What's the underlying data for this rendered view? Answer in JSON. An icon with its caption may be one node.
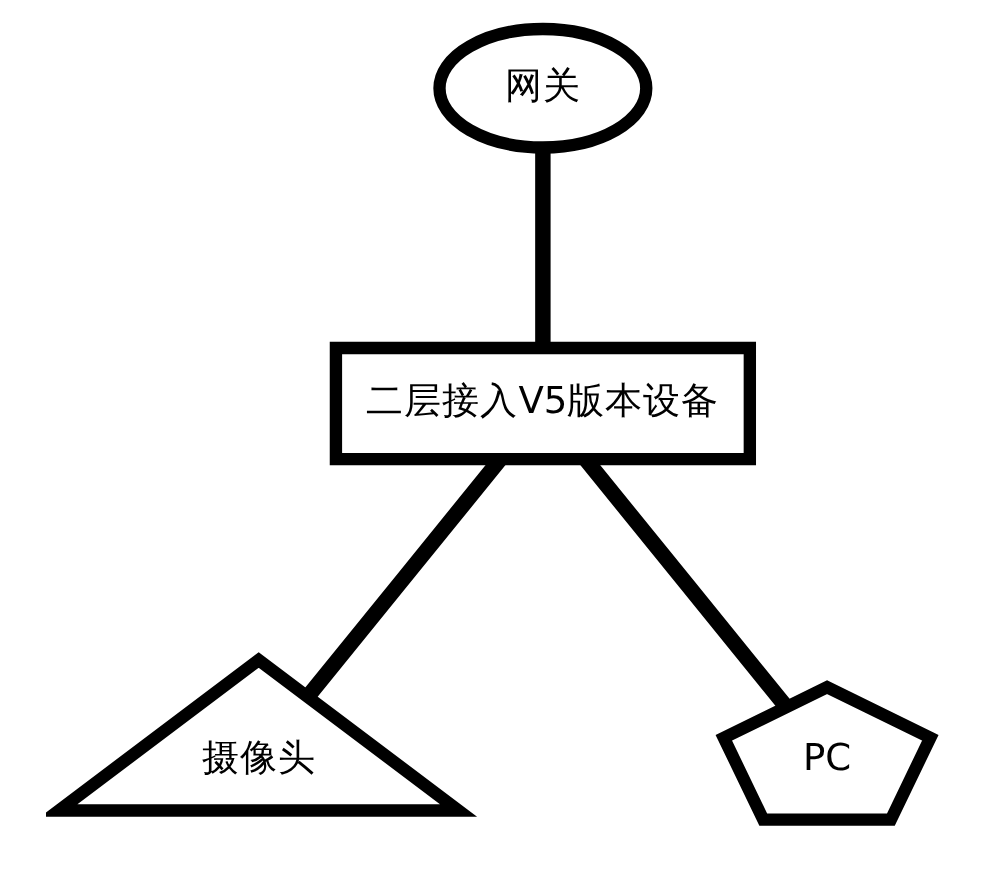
{
  "diagram": {
    "nodes": [
      {
        "text": [
          "网关"
        ]
      },
      {
        "text": [
          "二层接入V5版本设备"
        ]
      },
      {
        "text": [
          "摄像头"
        ]
      },
      {
        "text": [
          "PC"
        ]
      }
    ],
    "edges": [
      {
        "from": 0,
        "to": 1,
        "arrow": "none"
      },
      {
        "from": 1,
        "to": 2,
        "arrow": "none"
      },
      {
        "from": 1,
        "to": 3,
        "arrow": "none"
      }
    ]
  }
}
